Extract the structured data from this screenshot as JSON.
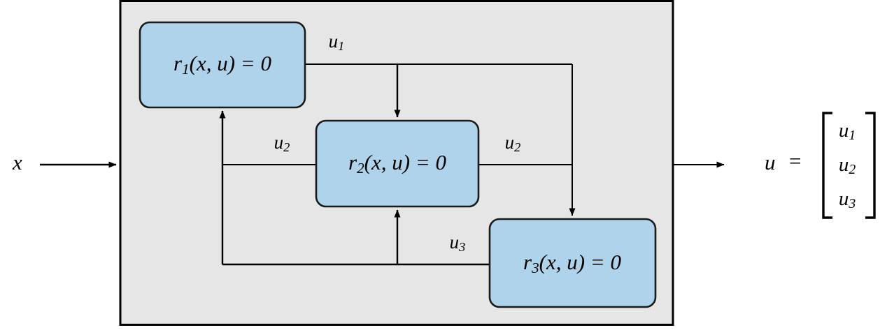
{
  "diagram": {
    "title": "Residual block feedback loop diagram",
    "panel": {
      "fill_color": "#e6e6e6",
      "stroke_color": "#000000"
    },
    "colors": {
      "block_fill": "#aed3ea",
      "block_stroke": "#1a1a1a",
      "wire": "#000000",
      "canvas": "#ffffff"
    },
    "blocks": [
      {
        "id": "r1",
        "name": "residual-block-1",
        "base": "r",
        "subscript": "1",
        "expression": "(x, u) = 0",
        "full_label": "r1(x, u) = 0"
      },
      {
        "id": "r2",
        "name": "residual-block-2",
        "base": "r",
        "subscript": "2",
        "expression": "(x, u) = 0",
        "full_label": "r2(x, u) = 0"
      },
      {
        "id": "r3",
        "name": "residual-block-3",
        "base": "r",
        "subscript": "3",
        "expression": "(x, u) = 0",
        "full_label": "r3(x, u) = 0"
      }
    ],
    "signals": [
      {
        "id": "u1_out_r1",
        "base": "u",
        "subscript": "1",
        "full_label": "u1"
      },
      {
        "id": "u2_in_r2",
        "base": "u",
        "subscript": "2",
        "full_label": "u2"
      },
      {
        "id": "u2_out_r2",
        "base": "u",
        "subscript": "2",
        "full_label": "u2"
      },
      {
        "id": "u3_out_r3",
        "base": "u",
        "subscript": "3",
        "full_label": "u3"
      }
    ],
    "input": {
      "name": "input-x",
      "label": "x"
    },
    "output": {
      "name": "output-u",
      "label": "u",
      "equals": "=",
      "vector": [
        {
          "base": "u",
          "subscript": "1",
          "full_label": "u1"
        },
        {
          "base": "u",
          "subscript": "2",
          "full_label": "u2"
        },
        {
          "base": "u",
          "subscript": "3",
          "full_label": "u3"
        }
      ]
    }
  }
}
